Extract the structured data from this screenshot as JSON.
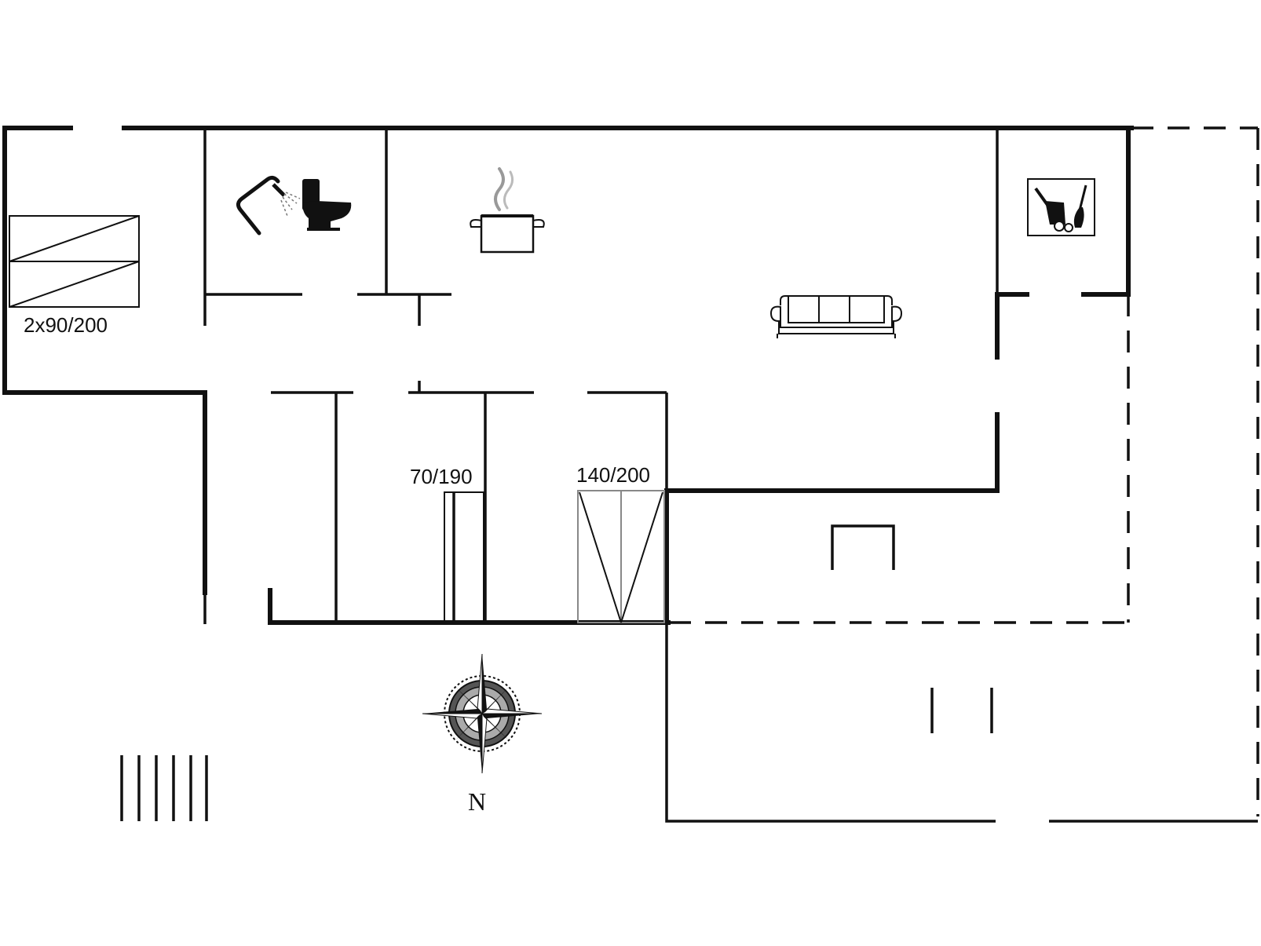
{
  "beds": {
    "bedroom_1": "2x90/200",
    "bedroom_2": "70/190",
    "bedroom_3": "140/200"
  },
  "compass": {
    "north_label": "N"
  },
  "icons": [
    "shower-icon",
    "toilet-icon",
    "cooking-pot-icon",
    "sofa-icon",
    "utility-room-icon",
    "compass-rose-icon"
  ]
}
